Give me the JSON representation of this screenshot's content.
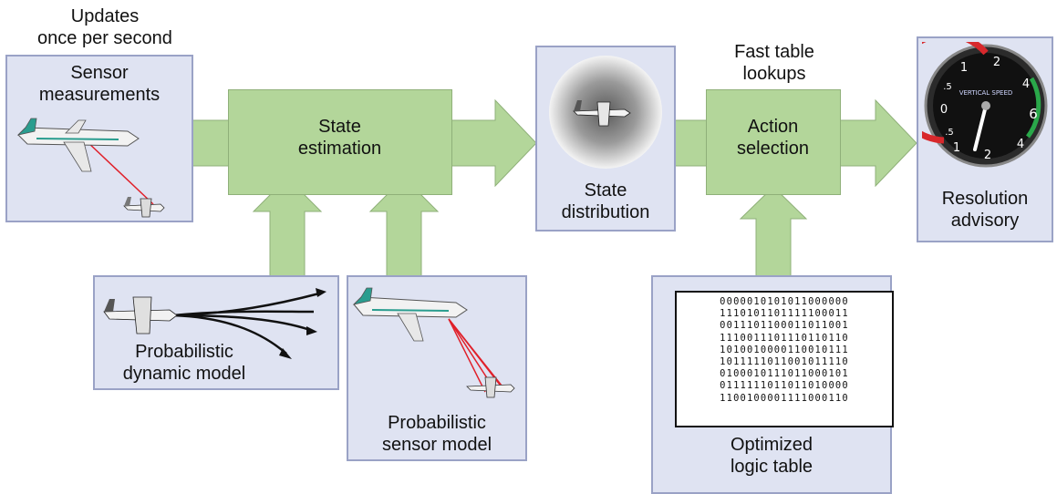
{
  "labels": {
    "updates": [
      "Updates",
      "once per second"
    ],
    "sensor_measurements": [
      "Sensor",
      "measurements"
    ],
    "state_estimation": [
      "State",
      "estimation"
    ],
    "state_distribution": [
      "State",
      "distribution"
    ],
    "fast_table": [
      "Fast table",
      "lookups"
    ],
    "action_selection": [
      "Action",
      "selection"
    ],
    "resolution_advisory": [
      "Resolution",
      "advisory"
    ],
    "dynamic_model": [
      "Probabilistic",
      "dynamic model"
    ],
    "sensor_model": [
      "Probabilistic",
      "sensor model"
    ],
    "logic_table": [
      "Optimized",
      "logic table"
    ]
  },
  "logic_table_bits": [
    "0000010101011000000",
    "1110101101111100011",
    "0011101100011011001",
    "1110011101110110110",
    "1010010000110010111",
    "1011111011001011110",
    "0100010111011000101",
    "0111111011011010000",
    "1100100001111000110"
  ],
  "gauge": {
    "numbers": [
      "1",
      "2",
      "4",
      ".5",
      "6",
      "0",
      ".5",
      "1",
      "2",
      "4"
    ],
    "text": "VERTICAL SPEED"
  },
  "colors": {
    "panel_fill": "#dfe3f2",
    "panel_border": "#9aa2c6",
    "arrow_green": "#b3d69a",
    "sensor_ray": "#e0202a"
  }
}
